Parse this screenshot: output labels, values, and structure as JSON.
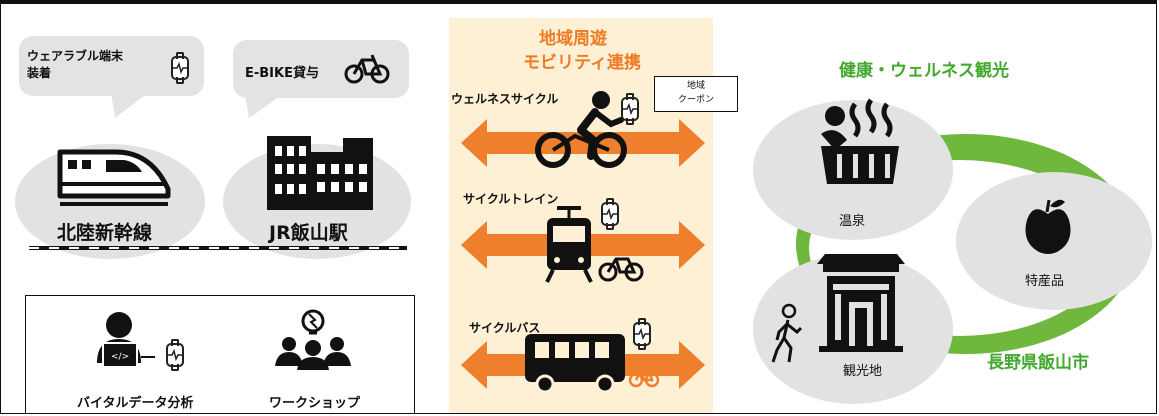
{
  "left": {
    "bubble_wearable": "ウェアラブル端末\n装着",
    "bubble_ebike": "E-BIKE貸与",
    "shinkansen": "北陸新幹線",
    "station": "JR飯山駅",
    "vital_analysis": "バイタルデータ分析",
    "workshop": "ワークショップ"
  },
  "middle": {
    "title_line1": "地域周遊",
    "title_line2": "モビリティ連携",
    "coupon": "地域\nクーポン",
    "wellness_cycle": "ウェルネスサイクル",
    "cycle_train": "サイクルトレイン",
    "cycle_bus": "サイクルバス"
  },
  "right": {
    "title": "健康・ウェルネス観光",
    "onsen": "温泉",
    "specialty": "特産品",
    "sightseeing": "観光地",
    "city": "長野県飯山市"
  },
  "colors": {
    "accent_orange": "#f07a22",
    "accent_green": "#43a82e",
    "panel_bg": "#fdf0d5"
  }
}
